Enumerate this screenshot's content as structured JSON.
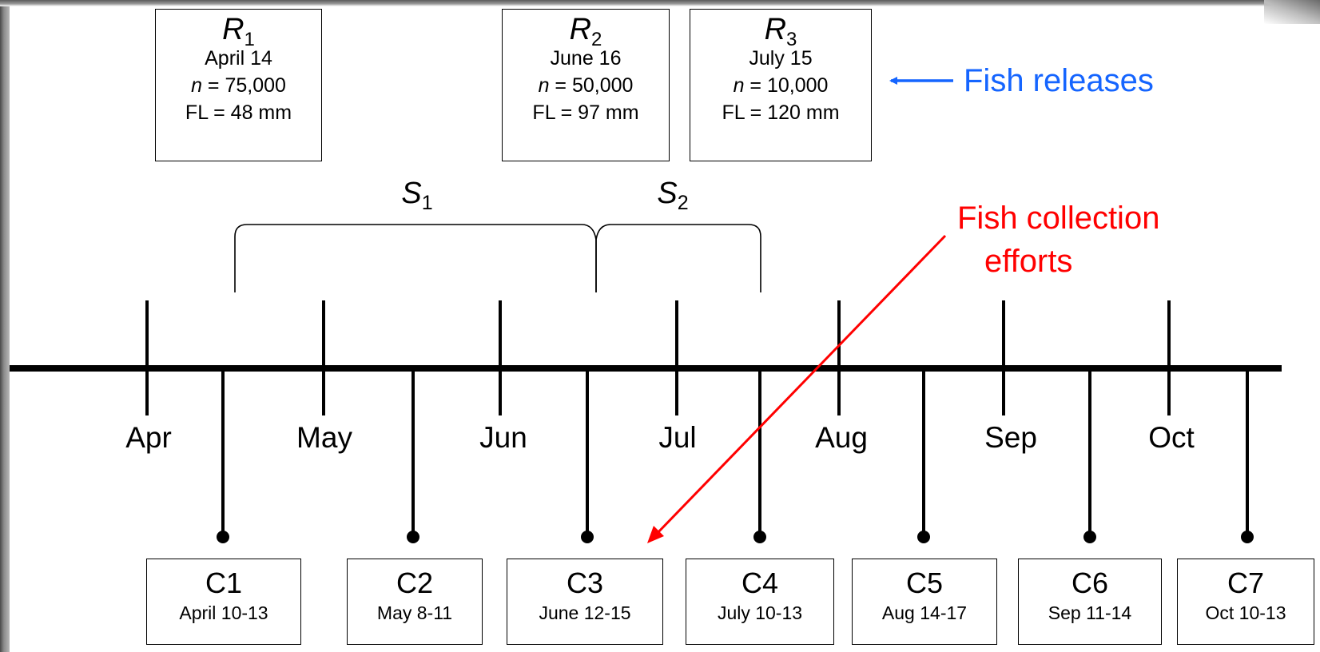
{
  "releases": [
    {
      "name": "R",
      "sub": "1",
      "date": "April 14",
      "n_label": "n",
      "n_value": "= 75,000",
      "fl": "FL = 48 mm"
    },
    {
      "name": "R",
      "sub": "2",
      "date": "June 16",
      "n_label": "n",
      "n_value": "= 50,000",
      "fl": "FL = 97 mm"
    },
    {
      "name": "R",
      "sub": "3",
      "date": "July 15",
      "n_label": "n",
      "n_value": "= 10,000",
      "fl": "FL = 120 mm"
    }
  ],
  "annotations": {
    "releases_label": "Fish releases",
    "collection_line1": "Fish collection",
    "collection_line2": "efforts",
    "releases_color": "#1565ff",
    "collection_color": "#ff0000"
  },
  "seasons": [
    {
      "name": "S",
      "sub": "1"
    },
    {
      "name": "S",
      "sub": "2"
    }
  ],
  "months": [
    "Apr",
    "May",
    "Jun",
    "Jul",
    "Aug",
    "Sep",
    "Oct"
  ],
  "collections": [
    {
      "name": "C1",
      "dates": "April 10-13"
    },
    {
      "name": "C2",
      "dates": "May 8-11"
    },
    {
      "name": "C3",
      "dates": "June 12-15"
    },
    {
      "name": "C4",
      "dates": "July 10-13"
    },
    {
      "name": "C5",
      "dates": "Aug 14-17"
    },
    {
      "name": "C6",
      "dates": "Sep 11-14"
    },
    {
      "name": "C7",
      "dates": "Oct 10-13"
    }
  ]
}
